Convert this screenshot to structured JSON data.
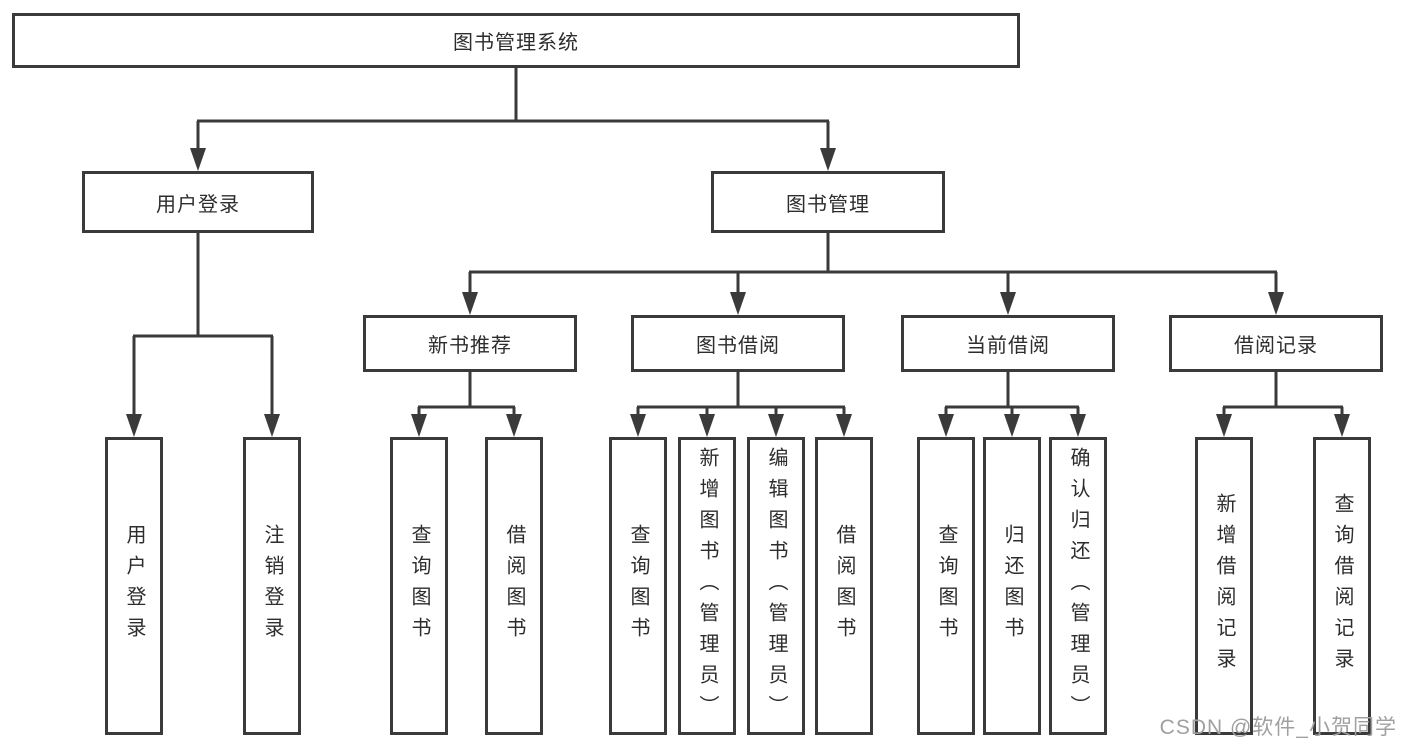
{
  "tree": {
    "label": "图书管理系统",
    "children": [
      {
        "label": "用户登录",
        "children": [
          {
            "label": "用户登录"
          },
          {
            "label": "注销登录"
          }
        ]
      },
      {
        "label": "图书管理",
        "children": [
          {
            "label": "新书推荐",
            "children": [
              {
                "label": "查询图书"
              },
              {
                "label": "借阅图书"
              }
            ]
          },
          {
            "label": "图书借阅",
            "children": [
              {
                "label": "查询图书"
              },
              {
                "label": "新增图书（管理员）"
              },
              {
                "label": "编辑图书（管理员）"
              },
              {
                "label": "借阅图书"
              }
            ]
          },
          {
            "label": "当前借阅",
            "children": [
              {
                "label": "查询图书"
              },
              {
                "label": "归还图书"
              },
              {
                "label": "确认归还（管理员）"
              }
            ]
          },
          {
            "label": "借阅记录",
            "children": [
              {
                "label": "新增借阅记录"
              },
              {
                "label": "查询借阅记录"
              }
            ]
          }
        ]
      }
    ]
  },
  "watermark": "CSDN @软件_小贺同学",
  "colors": {
    "line": "#3a3a3a",
    "box_border": "#3a3a3a",
    "text": "#2d2d2d",
    "watermark": "#a0a0a0"
  }
}
